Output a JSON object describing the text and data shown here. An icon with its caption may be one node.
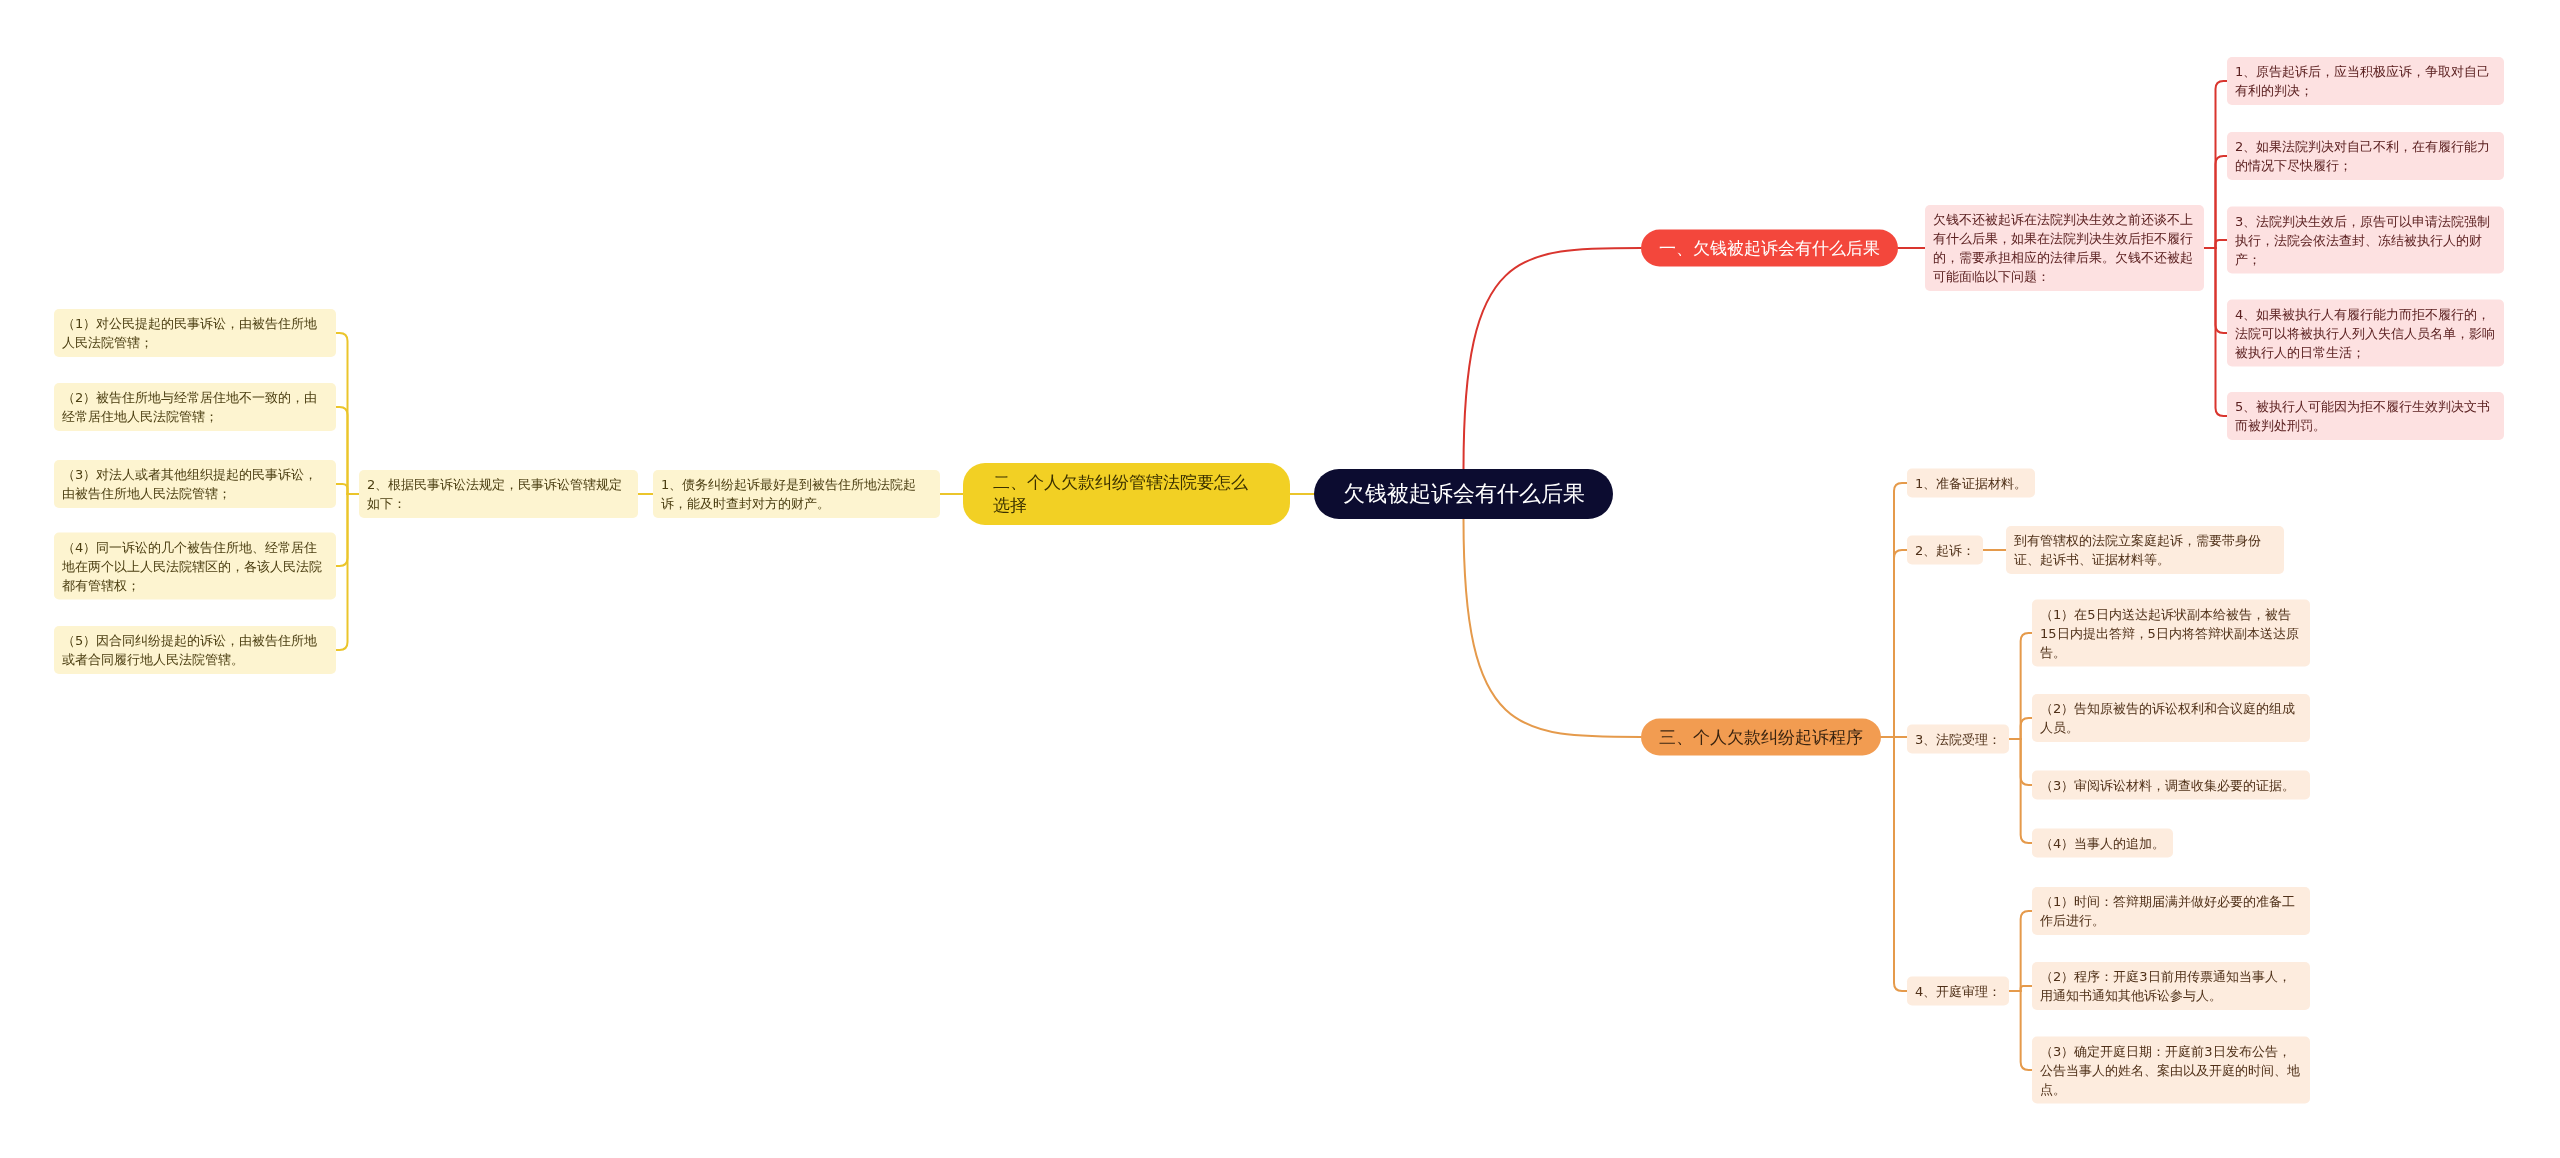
{
  "diagram": {
    "nodes": [
      {
        "text": [
          "欠钱被起诉会有什么后果"
        ]
      },
      {
        "text": [
          "一、欠钱被起诉会有什么后果"
        ]
      },
      {
        "text": [
          "欠钱不还被起诉在法院判决生效之前还谈不上有什么后果，如果在法院判决生效后拒不履行的，需要承担相应的法律后果。欠钱不还被起可能面临以下问题："
        ]
      },
      {
        "text": [
          "1、原告起诉后，应当积极应诉，争取对自己有利的判决；"
        ]
      },
      {
        "text": [
          "2、如果法院判决对自己不利，在有履行能力的情况下尽快履行；"
        ]
      },
      {
        "text": [
          "3、法院判决生效后，原告可以申请法院强制执行，法院会依法查封、冻结被执行人的财产；"
        ]
      },
      {
        "text": [
          "4、如果被执行人有履行能力而拒不履行的，法院可以将被执行人列入失信人员名单，影响被执行人的日常生活；"
        ]
      },
      {
        "text": [
          "5、被执行人可能因为拒不履行生效判决文书而被判处刑罚。"
        ]
      },
      {
        "text": [
          "二、个人欠款纠纷管辖法院要怎么选择"
        ]
      },
      {
        "text": [
          "1、债务纠纷起诉最好是到被告住所地法院起诉，能及时查封对方的财产。"
        ]
      },
      {
        "text": [
          "2、根据民事诉讼法规定，民事诉讼管辖规定如下："
        ]
      },
      {
        "text": [
          "（1）对公民提起的民事诉讼，由被告住所地人民法院管辖；"
        ]
      },
      {
        "text": [
          "（2）被告住所地与经常居住地不一致的，由经常居住地人民法院管辖；"
        ]
      },
      {
        "text": [
          "（3）对法人或者其他组织提起的民事诉讼，由被告住所地人民法院管辖；"
        ]
      },
      {
        "text": [
          "（4）同一诉讼的几个被告住所地、经常居住地在两个以上人民法院辖区的，各该人民法院都有管辖权；"
        ]
      },
      {
        "text": [
          "（5）因合同纠纷提起的诉讼，由被告住所地或者合同履行地人民法院管辖。"
        ]
      },
      {
        "text": [
          "三、个人欠款纠纷起诉程序"
        ]
      },
      {
        "text": [
          "1、准备证据材料。"
        ]
      },
      {
        "text": [
          "2、起诉："
        ]
      },
      {
        "text": [
          "到有管辖权的法院立案庭起诉，需要带身份证、起诉书、证据材料等。"
        ]
      },
      {
        "text": [
          "3、法院受理："
        ]
      },
      {
        "text": [
          "（1）在5日内送达起诉状副本给被告，被告15日内提出答辩，5日内将答辩状副本送达原告。"
        ]
      },
      {
        "text": [
          "（2）告知原被告的诉讼权利和合议庭的组成人员。"
        ]
      },
      {
        "text": [
          "（3）审阅诉讼材料，调查收集必要的证据。"
        ]
      },
      {
        "text": [
          "（4）当事人的追加。"
        ]
      },
      {
        "text": [
          "4、开庭审理："
        ]
      },
      {
        "text": [
          "（1）时间：答辩期届满并做好必要的准备工作后进行。"
        ]
      },
      {
        "text": [
          "（2）程序：开庭3日前用传票通知当事人，用通知书通知其他诉讼参与人。"
        ]
      },
      {
        "text": [
          "（3）确定开庭日期：开庭前3日发布公告，公告当事人的姓名、案由以及开庭的时间、地点。"
        ]
      }
    ],
    "edges": [
      {
        "from": 0,
        "to": 1,
        "arrow": "none",
        "color": "#d9352e"
      },
      {
        "from": 1,
        "to": 2,
        "arrow": "none",
        "color": "#d9352e"
      },
      {
        "from": 2,
        "to": 3,
        "arrow": "none",
        "color": "#d9352e"
      },
      {
        "from": 2,
        "to": 4,
        "arrow": "none",
        "color": "#d9352e"
      },
      {
        "from": 2,
        "to": 5,
        "arrow": "none",
        "color": "#d9352e"
      },
      {
        "from": 2,
        "to": 6,
        "arrow": "none",
        "color": "#d9352e"
      },
      {
        "from": 2,
        "to": 7,
        "arrow": "none",
        "color": "#d9352e"
      },
      {
        "from": 0,
        "to": 8,
        "arrow": "none",
        "color": "#ebc52b"
      },
      {
        "from": 8,
        "to": 9,
        "arrow": "none",
        "color": "#ebc52b"
      },
      {
        "from": 9,
        "to": 10,
        "arrow": "none",
        "color": "#ebc52b"
      },
      {
        "from": 10,
        "to": 11,
        "arrow": "none",
        "color": "#ebc52b"
      },
      {
        "from": 10,
        "to": 12,
        "arrow": "none",
        "color": "#ebc52b"
      },
      {
        "from": 10,
        "to": 13,
        "arrow": "none",
        "color": "#ebc52b"
      },
      {
        "from": 10,
        "to": 14,
        "arrow": "none",
        "color": "#ebc52b"
      },
      {
        "from": 10,
        "to": 15,
        "arrow": "none",
        "color": "#ebc52b"
      },
      {
        "from": 0,
        "to": 16,
        "arrow": "none"
      },
      {
        "from": 16,
        "to": 17,
        "arrow": "none"
      },
      {
        "from": 16,
        "to": 18,
        "arrow": "none"
      },
      {
        "from": 16,
        "to": 20,
        "arrow": "none"
      },
      {
        "from": 16,
        "to": 25,
        "arrow": "none"
      },
      {
        "from": 18,
        "to": 19,
        "arrow": "none"
      },
      {
        "from": 20,
        "to": 21,
        "arrow": "none"
      },
      {
        "from": 20,
        "to": 22,
        "arrow": "none"
      },
      {
        "from": 20,
        "to": 23,
        "arrow": "none"
      },
      {
        "from": 20,
        "to": 24,
        "arrow": "none"
      },
      {
        "from": 25,
        "to": 26,
        "arrow": "none"
      },
      {
        "from": 25,
        "to": 27,
        "arrow": "none"
      },
      {
        "from": 25,
        "to": 28,
        "arrow": "none"
      }
    ]
  }
}
